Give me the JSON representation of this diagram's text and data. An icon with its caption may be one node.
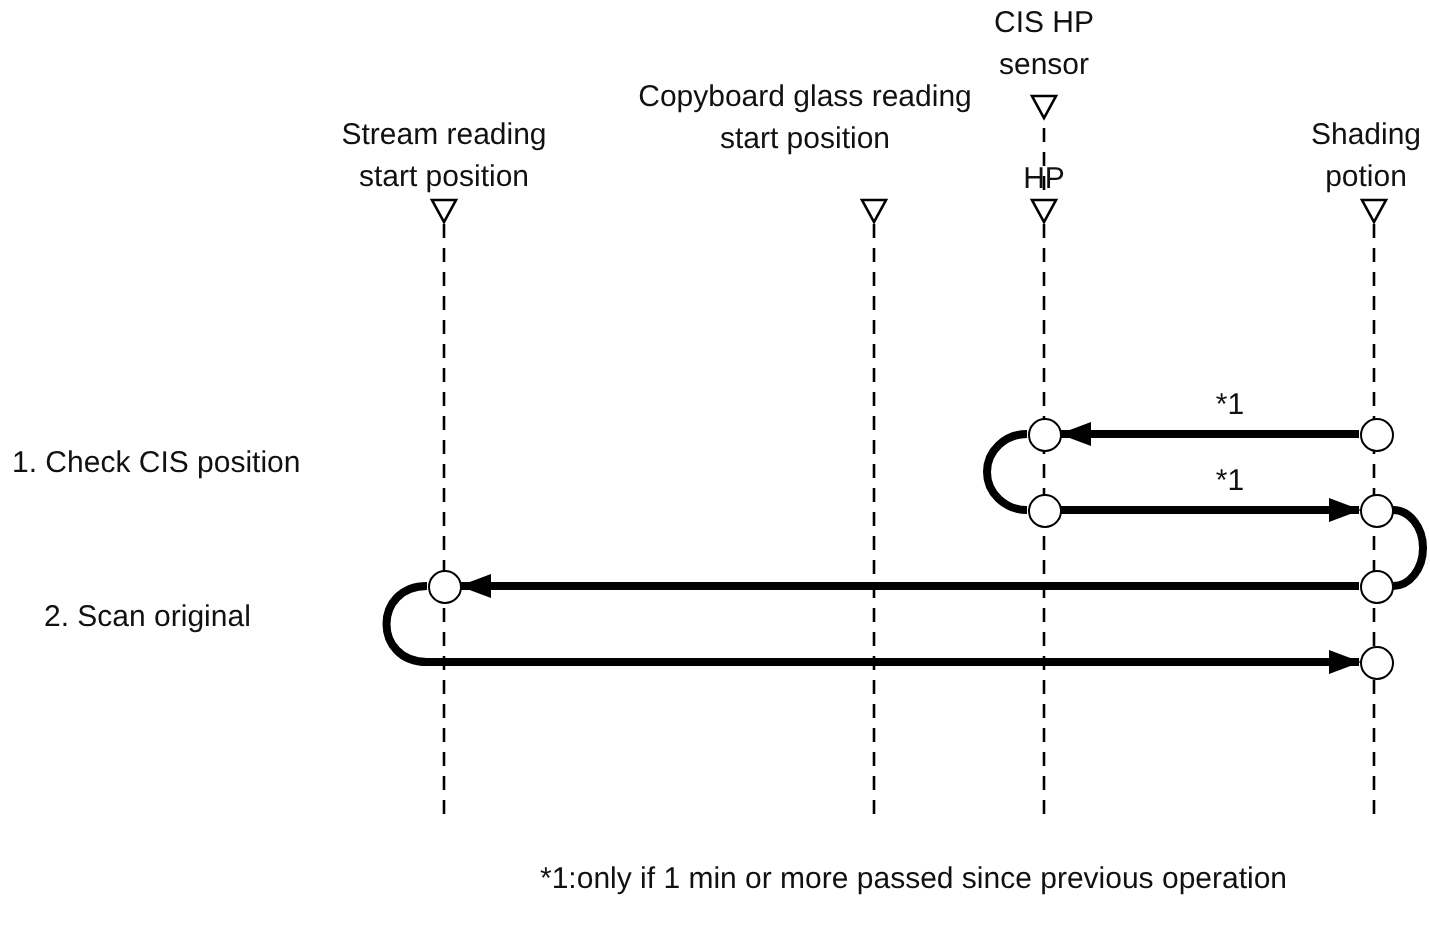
{
  "diagram": {
    "nodes": [
      {
        "text": [],
        "shape": "circle"
      },
      {
        "text": [],
        "shape": "circle"
      },
      {
        "text": [],
        "shape": "circle"
      },
      {
        "text": [],
        "shape": "circle"
      },
      {
        "text": [],
        "shape": "circle"
      },
      {
        "text": [],
        "shape": "circle"
      },
      {
        "text": [],
        "shape": "circle"
      }
    ],
    "edges": [
      {
        "from": 1,
        "to": 0,
        "arrow": "to",
        "label": "*1"
      },
      {
        "from": 0,
        "to": 2,
        "arrow": "none"
      },
      {
        "from": 2,
        "to": 3,
        "arrow": "to",
        "label": "*1"
      },
      {
        "from": 3,
        "to": 5,
        "arrow": "none"
      },
      {
        "from": 5,
        "to": 4,
        "arrow": "to"
      },
      {
        "from": 4,
        "to": 6,
        "arrow": "to"
      }
    ],
    "labels": [
      "CIS HP sensor",
      "Stream reading start position",
      "Copyboard glass reading start position",
      "HP",
      "Shading potion",
      "1. Check CIS position",
      "2. Scan original",
      "*1:only if 1 min or more passed since previous operation"
    ]
  }
}
